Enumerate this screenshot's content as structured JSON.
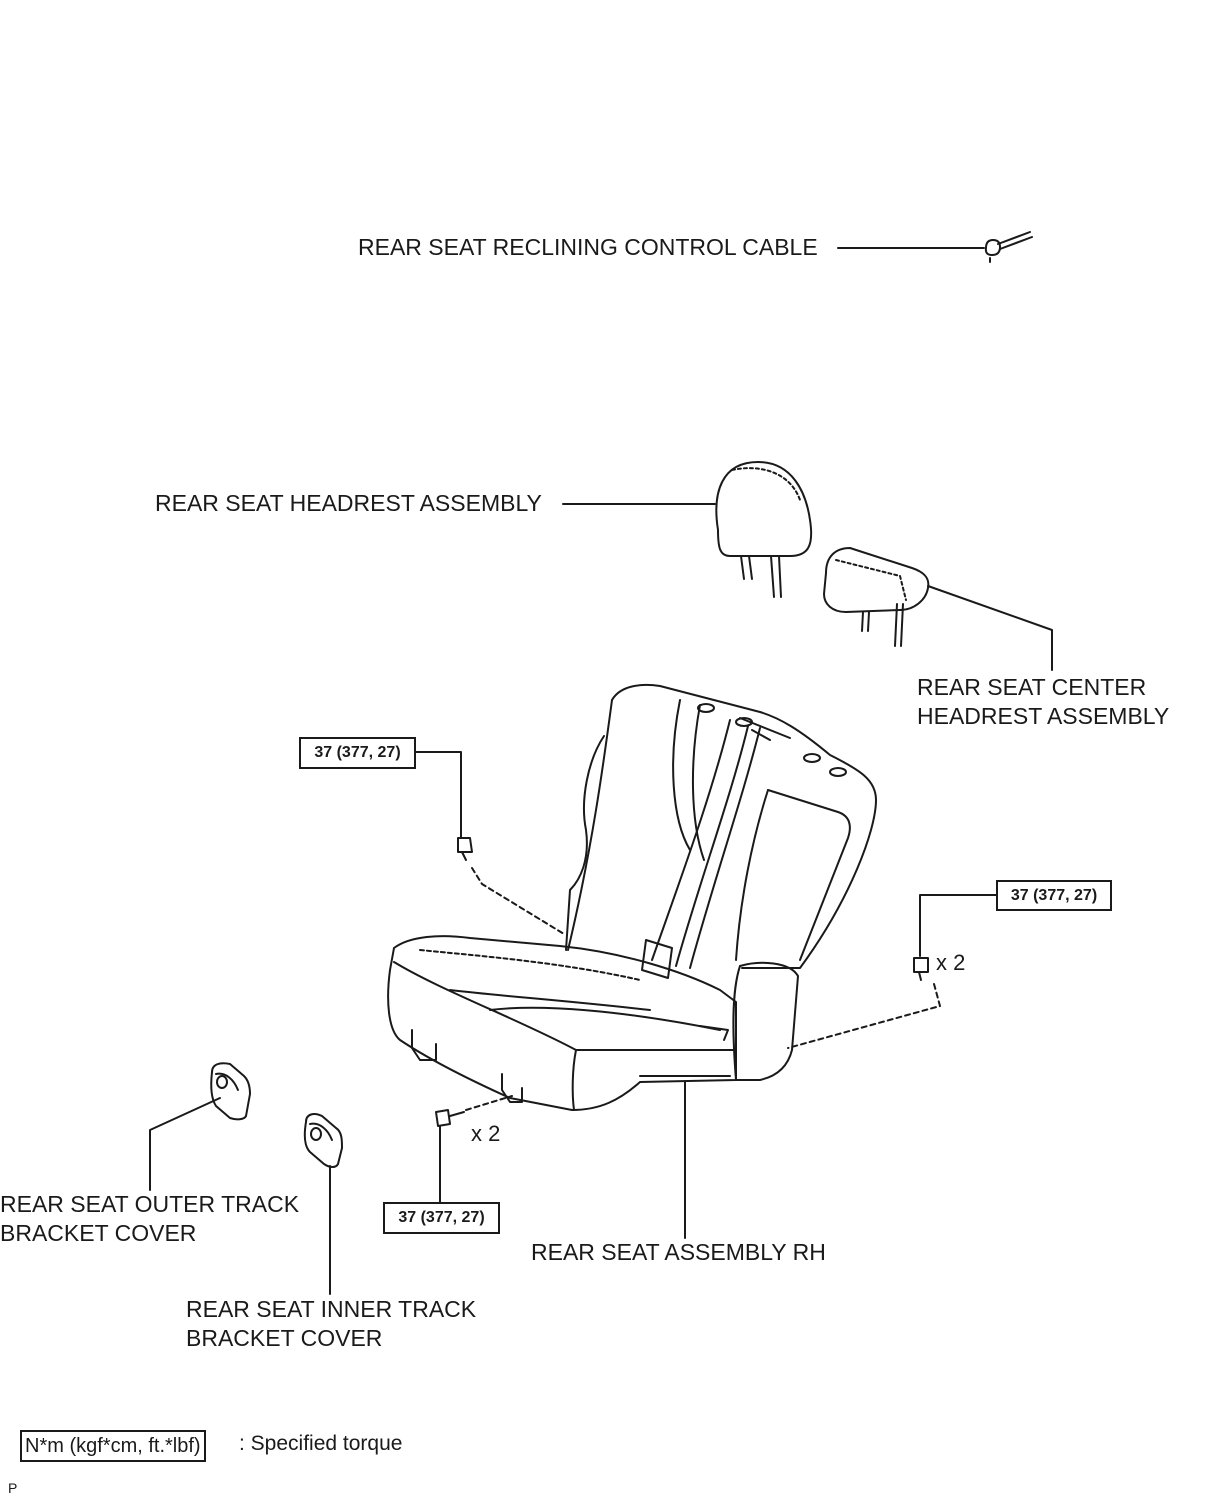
{
  "labels": {
    "reclining_cable": "REAR SEAT RECLINING CONTROL CABLE",
    "headrest": "REAR SEAT HEADREST ASSEMBLY",
    "center_headrest_line1": "REAR SEAT CENTER",
    "center_headrest_line2": "HEADREST ASSEMBLY",
    "outer_cover_line1": "REAR SEAT OUTER TRACK",
    "outer_cover_line2": "BRACKET COVER",
    "inner_cover_line1": "REAR SEAT INNER TRACK",
    "inner_cover_line2": "BRACKET COVER",
    "seat_assembly": "REAR SEAT ASSEMBLY RH"
  },
  "torque": {
    "upper_left": "37 (377, 27)",
    "right": "37 (377, 27)",
    "bottom": "37 (377, 27)"
  },
  "quantity": {
    "right": "x 2",
    "bottom": "x 2"
  },
  "legend": {
    "unit_box": "N*m (kgf*cm, ft.*lbf)",
    "description": ": Specified torque"
  },
  "figure_code": "P"
}
